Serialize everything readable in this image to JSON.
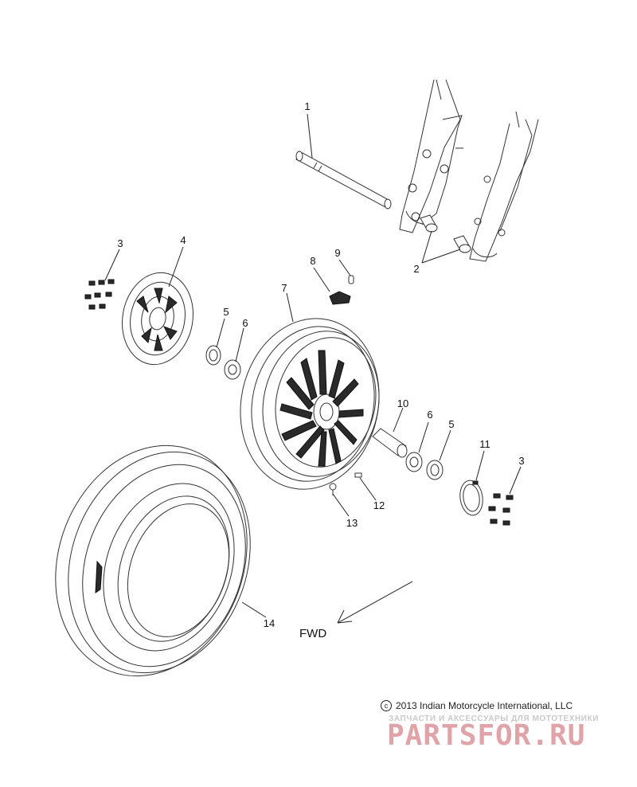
{
  "callouts": {
    "c1": "1",
    "c2": "2",
    "c3_left": "3",
    "c3_right": "3",
    "c4": "4",
    "c5_left": "5",
    "c5_right": "5",
    "c6_left": "6",
    "c6_right": "6",
    "c7": "7",
    "c8": "8",
    "c9": "9",
    "c10": "10",
    "c11": "11",
    "c12": "12",
    "c13": "13",
    "c14": "14"
  },
  "direction_label": "FWD",
  "footer": {
    "copyright_symbol": "c",
    "copyright": "2013 Indian Motorcycle International, LLC",
    "tagline": "ЗАПЧАСТИ И АКСЕССУАРЫ ДЛЯ МОТОТЕХНИКИ",
    "brand": "PARTSFOR.RU"
  }
}
